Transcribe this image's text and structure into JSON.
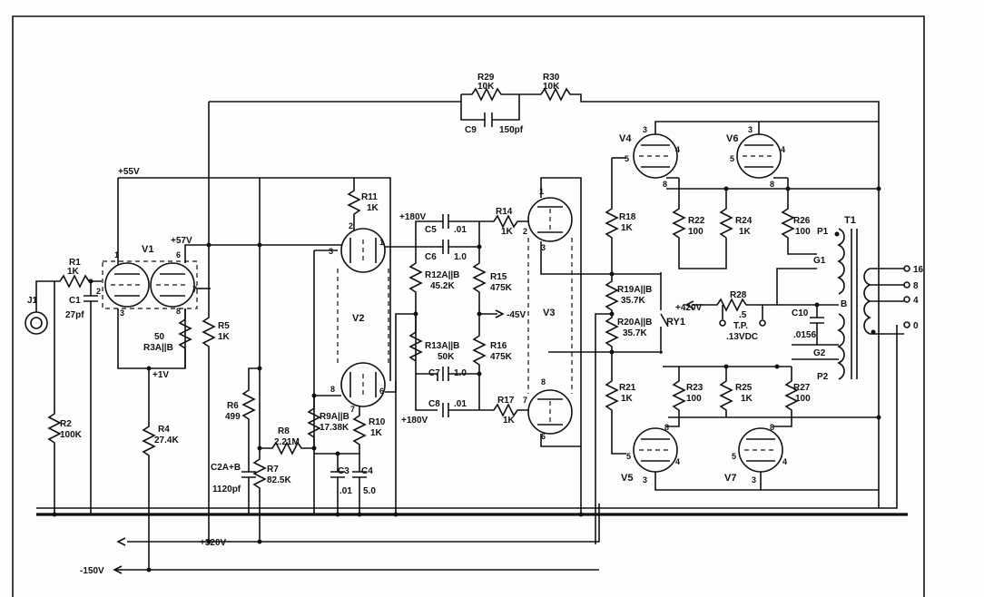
{
  "labels": {
    "R29": "R29",
    "R29v": "10K",
    "R30": "R30",
    "R30v": "10K",
    "C9": "C9",
    "C9v": "150pf",
    "p55": "+55V",
    "p57": "+57V",
    "R1": "R1",
    "R1v": "1K",
    "C1": "C1",
    "C1v": "27pf",
    "V1": "V1",
    "R3": "R3A||B",
    "R3v": "50",
    "p1v": "+1V",
    "J1": "J1",
    "R2": "R2",
    "R2v": "100K",
    "R4": "R4",
    "R4v": "27.4K",
    "R5": "R5",
    "R5v": "1K",
    "R6": "R6",
    "R6v": "499",
    "R7": "R7",
    "R7v": "82.5K",
    "C2": "C2A+B",
    "C2v": "1120pf",
    "R8": "R8",
    "R8v": "2.21M",
    "R11": "R11",
    "R11v": "1K",
    "V2": "V2",
    "R9": "R9A||B",
    "R9v": "17.38K",
    "R10": "R10",
    "R10v": "1K",
    "C3": "C3",
    "C3v": ".01",
    "C4": "C4",
    "C4v": "5.0",
    "p180a": "+180V",
    "p180b": "+180V",
    "C5": "C5",
    "C5v": ".01",
    "C6": "C6",
    "C6v": "1.0",
    "R12": "R12A||B",
    "R12v": "45.2K",
    "R13": "R13A||B",
    "R13v": "50K",
    "C7": "C7",
    "C7v": "1.0",
    "C8": "C8",
    "C8v": ".01",
    "R15": "R15",
    "R15v": "475K",
    "R16": "R16",
    "R16v": "475K",
    "m45": "-45V",
    "R14": "R14",
    "R14v": "1K",
    "R17": "R17",
    "R17v": "1K",
    "V3": "V3",
    "R18": "R18",
    "R18v": "1K",
    "R19": "R19A||B",
    "R19v": "35.7K",
    "R20": "R20A||B",
    "R20v": "35.7K",
    "R21": "R21",
    "R21v": "1K",
    "RY1": "RY1",
    "p420": "+420V",
    "R22": "R22",
    "R22v": "100",
    "R24": "R24",
    "R24v": "1K",
    "R26": "R26",
    "R26v": "100",
    "R23": "R23",
    "R23v": "100",
    "R25": "R25",
    "R25v": "1K",
    "R27": "R27",
    "R27v": "100",
    "R28": "R28",
    "R28v": ".5",
    "TP": "T.P.",
    "TPv": ".13VDC",
    "C10": "C10",
    "C10v": ".0156",
    "V4": "V4",
    "V5": "V5",
    "V6": "V6",
    "V7": "V7",
    "T1": "T1",
    "P1": "P1",
    "P2": "P2",
    "G1": "G1",
    "G2": "G2",
    "B": "B",
    "o16": "16",
    "o8": "8",
    "o4": "4",
    "o0": "0",
    "p320": "+320V",
    "m150": "-150V"
  },
  "pins": {
    "p1": "1",
    "p2": "2",
    "p3": "3",
    "p6": "6",
    "p7": "7",
    "p8": "8",
    "p4": "4",
    "p5": "5"
  }
}
